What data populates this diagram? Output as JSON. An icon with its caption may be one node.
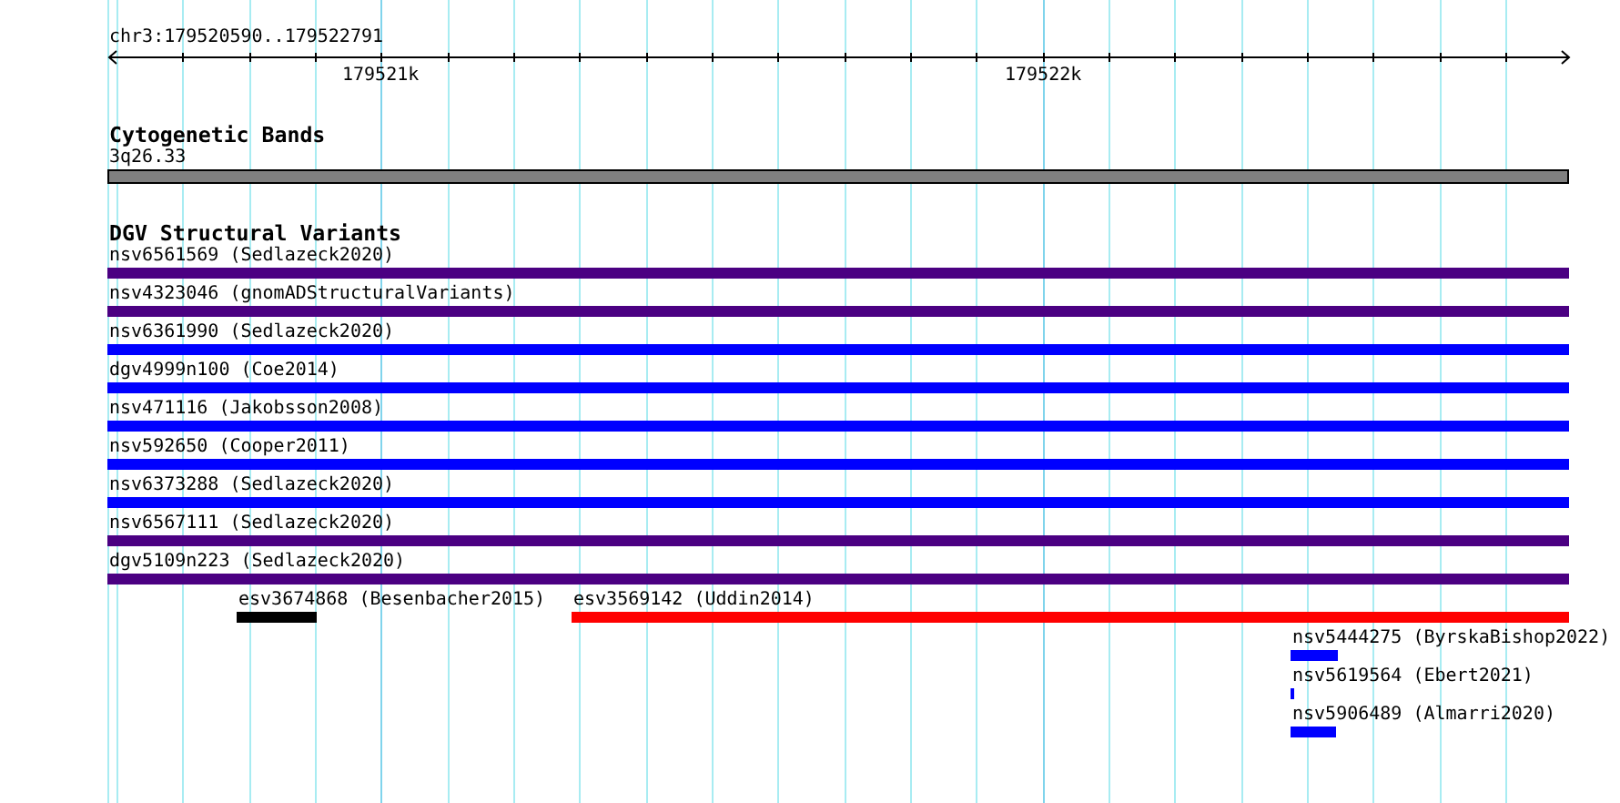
{
  "diagram": {
    "nodes": [
      {
        "text": [],
        "shape": "bar",
        "beside": [
          "3q26.33"
        ]
      },
      {
        "text": [],
        "shape": "bar",
        "beside": [
          "nsv6561569 (Sedlazeck2020)"
        ]
      },
      {
        "text": [],
        "shape": "bar",
        "beside": [
          "nsv4323046 (gnomADStructuralVariants)"
        ]
      },
      {
        "text": [],
        "shape": "bar",
        "beside": [
          "nsv6361990 (Sedlazeck2020)"
        ]
      },
      {
        "text": [],
        "shape": "bar",
        "beside": [
          "dgv4999n100 (Coe2014)"
        ]
      },
      {
        "text": [],
        "shape": "bar",
        "beside": [
          "nsv471116 (Jakobsson2008)"
        ]
      },
      {
        "text": [],
        "shape": "bar",
        "beside": [
          "nsv592650 (Cooper2011)"
        ]
      },
      {
        "text": [],
        "shape": "bar",
        "beside": [
          "nsv6373288 (Sedlazeck2020)"
        ]
      },
      {
        "text": [],
        "shape": "bar",
        "beside": [
          "nsv6567111 (Sedlazeck2020)"
        ]
      },
      {
        "text": [],
        "shape": "bar",
        "beside": [
          "dgv5109n223 (Sedlazeck2020)"
        ]
      },
      {
        "text": [],
        "shape": "bar",
        "beside": [
          "esv3674868 (Besenbacher2015)"
        ]
      },
      {
        "text": [],
        "shape": "bar",
        "beside": [
          "esv3569142 (Uddin2014)"
        ]
      },
      {
        "text": [],
        "shape": "bar",
        "beside": [
          "nsv5444275 (ByrskaBishop2022)"
        ]
      },
      {
        "text": [],
        "shape": "bar",
        "beside": [
          "nsv5619564 (Ebert2021)"
        ]
      },
      {
        "text": [],
        "shape": "bar",
        "beside": [
          "nsv5906489 (Almarri2020)"
        ]
      }
    ],
    "labels": [
      "chr3:179520590..179522791",
      "179521k",
      "179522k",
      "Cytogenetic Bands",
      "DGV Structural Variants"
    ]
  }
}
